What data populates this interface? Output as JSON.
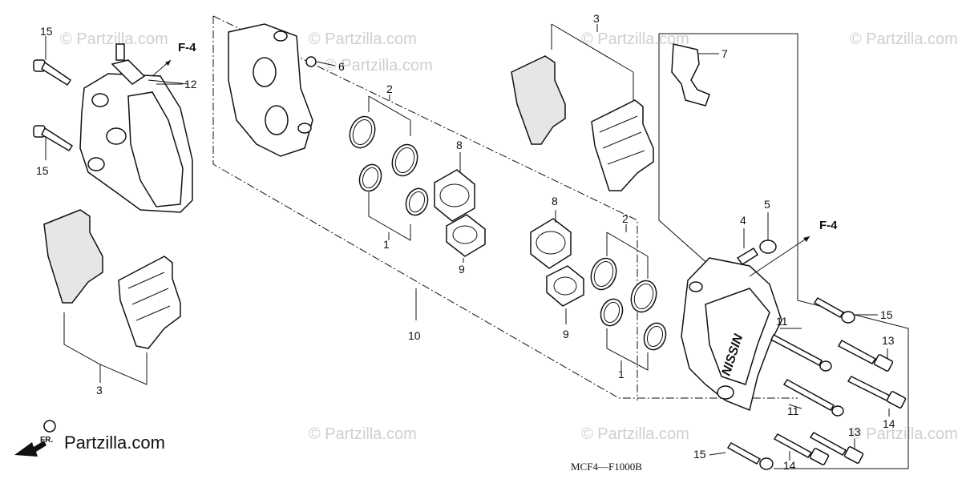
{
  "diagram": {
    "part_code": "MCF4—F1000B",
    "brand": "Partzilla.com",
    "watermark": "© Partzilla.com",
    "direction_label": "FR.",
    "ref_labels": {
      "left": "F-4",
      "right": "F-4"
    },
    "callouts": {
      "c15a": "15",
      "c15b": "15",
      "c15c": "15",
      "c15d": "15",
      "c12": "12",
      "c6": "6",
      "c7": "7",
      "c3a": "3",
      "c3b": "3",
      "c2a": "2",
      "c2b": "2",
      "c1a": "1",
      "c1b": "1",
      "c8a": "8",
      "c8b": "8",
      "c9a": "9",
      "c9b": "9",
      "c10": "10",
      "c4": "4",
      "c5": "5",
      "c11a": "11",
      "c11b": "11",
      "c13a": "13",
      "c13b": "13",
      "c14a": "14",
      "c14b": "14"
    },
    "caliper_marking": "NISSIN"
  }
}
